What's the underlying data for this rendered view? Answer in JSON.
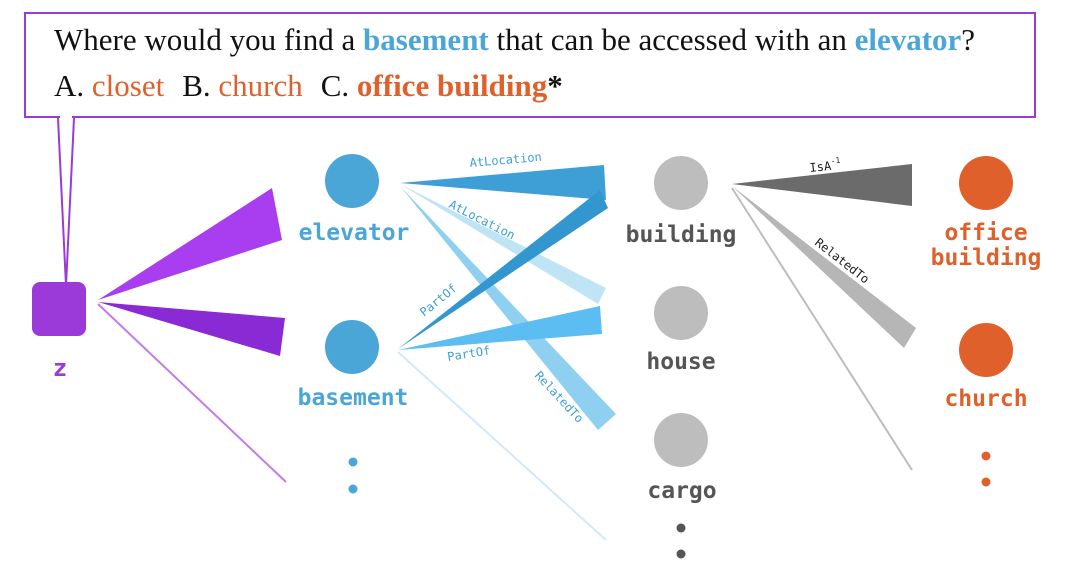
{
  "question": {
    "prefix": "Where would you find a ",
    "kw1": "basement",
    "middle": " that can be accessed with an ",
    "kw2": "elevator",
    "suffix": "?",
    "choices": [
      {
        "letter": "A. ",
        "text": "closet",
        "correct": false
      },
      {
        "letter": "B. ",
        "text": "church",
        "correct": false
      },
      {
        "letter": "C. ",
        "text": "office building",
        "correct": true
      }
    ],
    "correct_marker": "*"
  },
  "graph": {
    "z_label": "z",
    "nodes": [
      {
        "id": "elevator",
        "label": "elevator",
        "kind": "concept"
      },
      {
        "id": "basement",
        "label": "basement",
        "kind": "concept"
      },
      {
        "id": "building",
        "label": "building",
        "kind": "intermediate"
      },
      {
        "id": "house",
        "label": "house",
        "kind": "intermediate"
      },
      {
        "id": "cargo",
        "label": "cargo",
        "kind": "intermediate"
      },
      {
        "id": "office_building",
        "label": "office building",
        "kind": "answer"
      },
      {
        "id": "church",
        "label": "church",
        "kind": "answer"
      }
    ],
    "edge_labels": {
      "elevator_building": "AtLocation",
      "elevator_house": "AtLocation",
      "basement_building": "PartOf",
      "basement_house": "PartOf",
      "elevator_cargo": "RelatedTo",
      "building_office": "IsA",
      "building_office_sup": "-1",
      "building_church": "RelatedTo"
    },
    "colors": {
      "purple": "#9b3ad8",
      "concept_blue": "#4aa6d6",
      "answer_orange": "#e0602c",
      "gray_node": "#bdbdbd",
      "gray_text": "#555555"
    }
  }
}
